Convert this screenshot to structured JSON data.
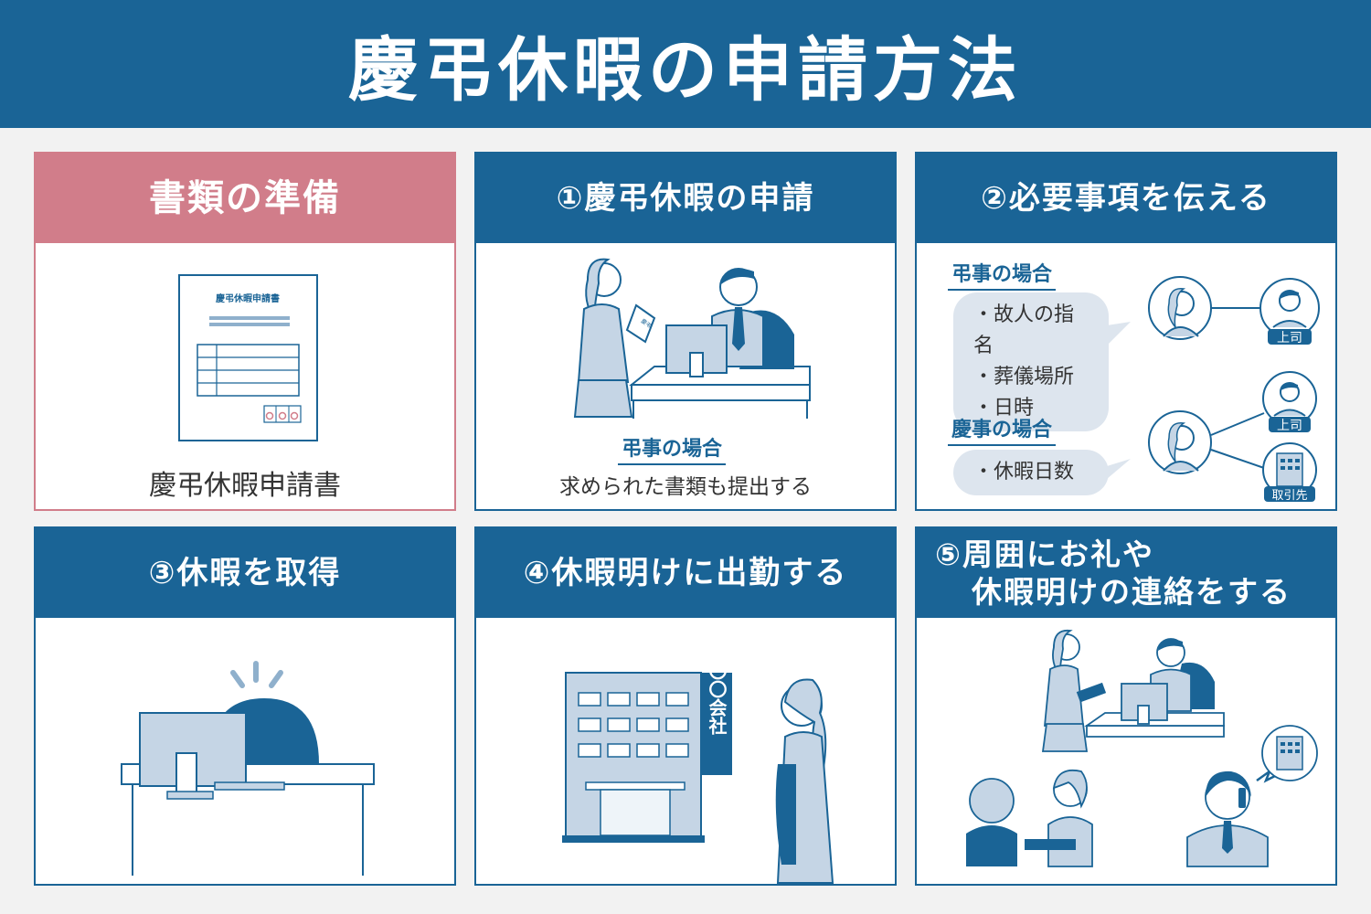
{
  "title": "慶弔休暇の申請方法",
  "cards": {
    "prep": {
      "header": "書類の準備",
      "doc_title": "慶弔休暇申請書",
      "caption": "慶弔休暇申請書"
    },
    "step1": {
      "header": "①慶弔休暇の申請",
      "label": "弔事の場合",
      "caption": "求められた書類も提出する",
      "doc_text": "慶弔"
    },
    "step2": {
      "header": "②必要事項を伝える",
      "condolence_label": "弔事の場合",
      "condolence_items": [
        "故人の指名",
        "葬儀場所",
        "日時"
      ],
      "celebration_label": "慶事の場合",
      "celebration_items": [
        "休暇日数"
      ],
      "boss_label": "上司",
      "client_label": "取引先"
    },
    "step3": {
      "header": "③休暇を取得"
    },
    "step4": {
      "header": "④休暇明けに出勤する",
      "company_sign": "〇〇会社"
    },
    "step5": {
      "header_line1": "⑤周囲にお礼や",
      "header_line2": "休暇明けの連絡をする"
    }
  },
  "colors": {
    "primary": "#1a6496",
    "accent_pink": "#d17d8a",
    "light_fill": "#c5d5e5",
    "bubble": "#dde5ee"
  }
}
